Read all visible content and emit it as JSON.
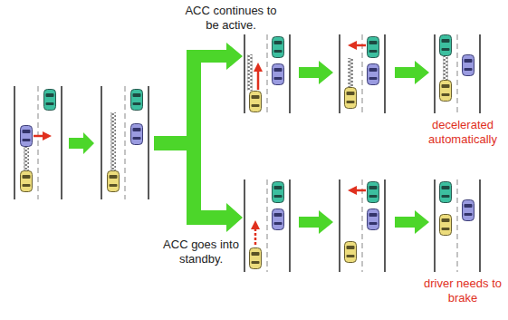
{
  "diagram": {
    "labels": [
      "ACC continues to be active.",
      "ACC goes into standby.",
      "decelerated automatically",
      "driver needs to brake"
    ]
  }
}
